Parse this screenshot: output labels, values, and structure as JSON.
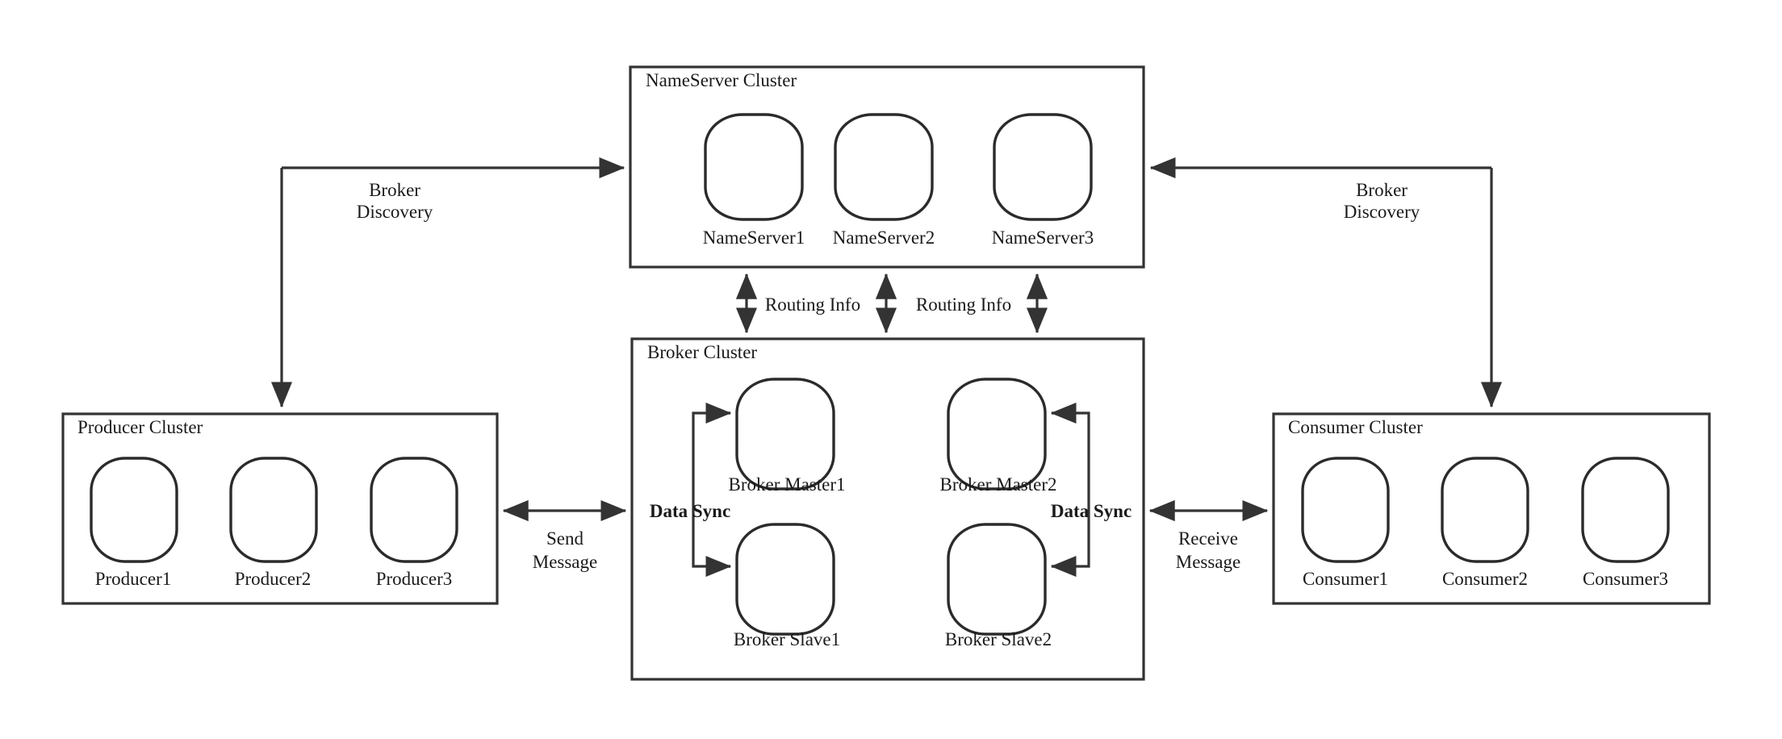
{
  "diagram": {
    "title": "RocketMQ Cluster Architecture",
    "background_color": "#ffffff",
    "stroke_color": "#333333",
    "text_color": "#1a1a1a"
  },
  "clusters": {
    "nameserver": {
      "title": "NameServer Cluster",
      "nodes": [
        {
          "label": "NameServer1"
        },
        {
          "label": "NameServer2"
        },
        {
          "label": "NameServer3"
        }
      ]
    },
    "broker": {
      "title": "Broker Cluster",
      "nodes": [
        {
          "label": "Broker Master1"
        },
        {
          "label": "Broker Master2"
        },
        {
          "label": "Broker Slave1"
        },
        {
          "label": "Broker Slave2"
        }
      ]
    },
    "producer": {
      "title": "Producer Cluster",
      "nodes": [
        {
          "label": "Producer1"
        },
        {
          "label": "Producer2"
        },
        {
          "label": "Producer3"
        }
      ]
    },
    "consumer": {
      "title": "Consumer Cluster",
      "nodes": [
        {
          "label": "Consumer1"
        },
        {
          "label": "Consumer2"
        },
        {
          "label": "Consumer3"
        }
      ]
    }
  },
  "edges": {
    "broker_discovery_left_line1": "Broker",
    "broker_discovery_left_line2": "Discovery",
    "broker_discovery_right_line1": "Broker",
    "broker_discovery_right_line2": "Discovery",
    "routing_info_left": "Routing Info",
    "routing_info_right": "Routing Info",
    "send_message_line1": "Send",
    "send_message_line2": "Message",
    "receive_message_line1": "Receive",
    "receive_message_line2": "Message",
    "data_sync_left": "Data Sync",
    "data_sync_right": "Data Sync"
  }
}
